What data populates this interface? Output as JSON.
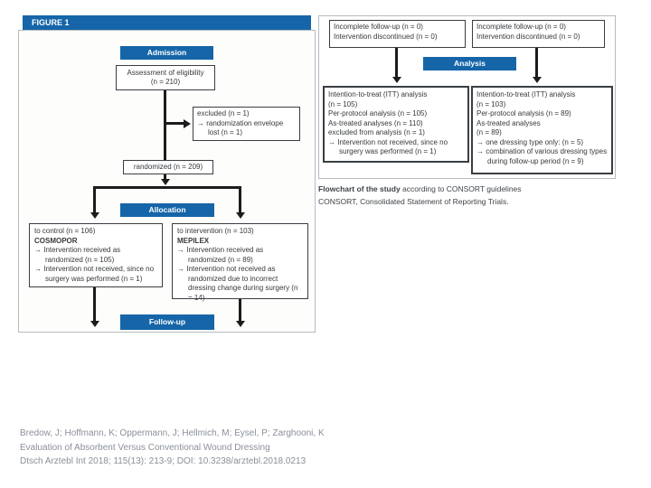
{
  "figure": {
    "title": "FIGURE 1",
    "stages": {
      "admission": "Admission",
      "allocation": "Allocation",
      "follow_up": "Follow-up",
      "analysis": "Analysis"
    },
    "assessment_box": {
      "line1": "Assessment of eligibility",
      "line2": "(n = 210)"
    },
    "excluded_box": {
      "line1": "excluded (n = 1)",
      "item1": "→ randomization envelope lost (n = 1)"
    },
    "randomized_label": "randomized (n = 209)",
    "control_box": {
      "header": "to control (n = 106)",
      "product": "COSMOPOR",
      "items": [
        "→ Intervention received as randomized (n = 105)",
        "→ Intervention not received, since no surgery was performed (n = 1)"
      ]
    },
    "intervention_box": {
      "header": "to intervention (n = 103)",
      "product": "MEPILEX",
      "items": [
        "→ Intervention received as randomized (n = 89)",
        "→ Intervention not received as randomized due to incorrect dressing change during surgery (n = 14)"
      ]
    },
    "incomplete_left_box": {
      "line1": "Incomplete follow-up (n = 0)",
      "line2": "Intervention discontinued (n = 0)"
    },
    "incomplete_right_box": {
      "line1": "Incomplete follow-up (n = 0)",
      "line2": "Intervention discontinued (n = 0)"
    },
    "analysis_left_box": {
      "lines": [
        "Intention-to-treat (ITT) analysis",
        "(n = 105)",
        "Per-protocol analysis (n = 105)",
        "As-treated analyses (n = 110)",
        "excluded from analysis (n = 1)"
      ],
      "items": [
        "→ Intervention not received, since no surgery was performed (n = 1)"
      ]
    },
    "analysis_right_box": {
      "lines": [
        "Intention-to-treat (ITT) analysis",
        "(n = 103)",
        "Per-protocol analysis (n = 89)",
        "As-treated analyses",
        "(n = 89)"
      ],
      "items": [
        "→ one dressing type only: (n = 5)",
        "→ combination of various dressing types during follow-up period (n = 9)"
      ]
    },
    "caption": {
      "bold": "Flowchart of the study",
      "text": " according to CONSORT guidelines",
      "line2": "CONSORT, Consolidated Statement of Reporting Trials."
    }
  },
  "citation": {
    "line1": "Bredow, J; Hoffmann, K; Oppermann, J; Hellmich, M; Eysel, P; Zarghooni, K",
    "line2": "Evaluation of Absorbent Versus Conventional Wound Dressing",
    "line3": "Dtsch Arztebl Int 2018; 115(13): 213-9; DOI: 10.3238/arztebl.2018.0213"
  },
  "colors": {
    "accent_blue": "#1565a8",
    "connector_black": "#1c1c1c",
    "box_border": "#3a3e42",
    "panel_border": "#b7bbbf"
  }
}
